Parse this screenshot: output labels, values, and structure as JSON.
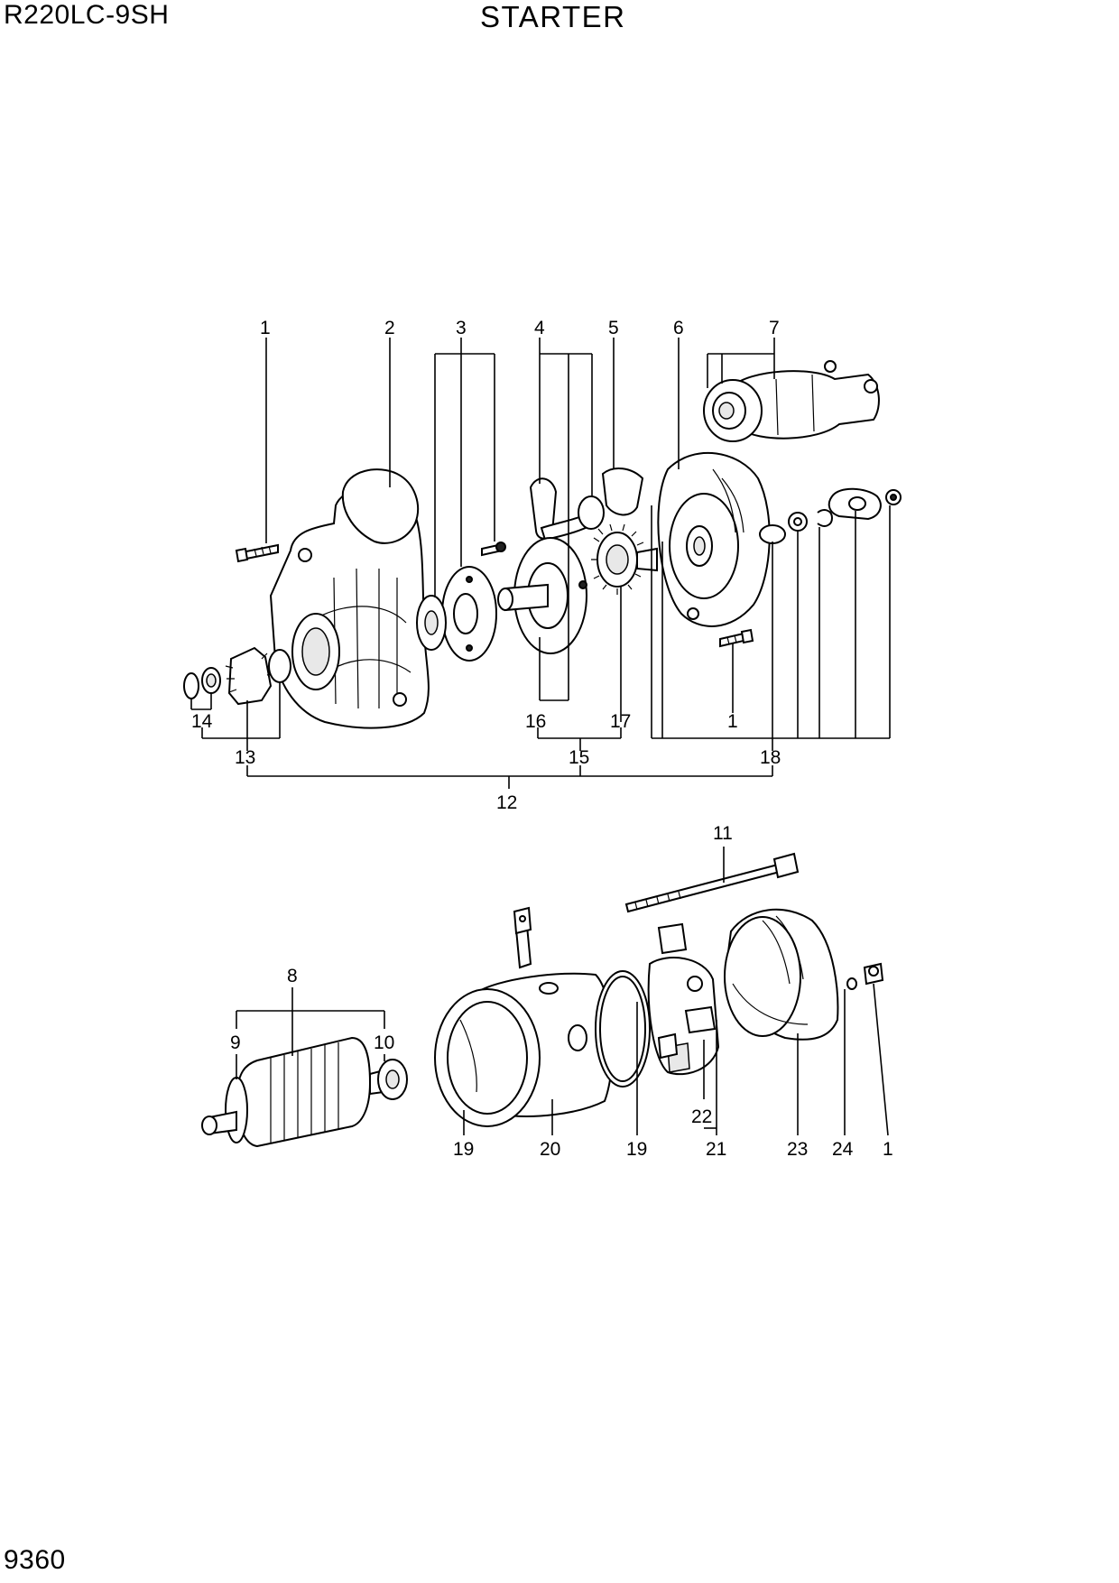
{
  "header": {
    "model": "R220LC-9SH",
    "title": "STARTER"
  },
  "footer": {
    "page_number": "9360"
  },
  "callouts": {
    "c1a": "1",
    "c2": "2",
    "c3": "3",
    "c4": "4",
    "c5": "5",
    "c6": "6",
    "c7": "7",
    "c14": "14",
    "c13": "13",
    "c16": "16",
    "c17": "17",
    "c1b": "1",
    "c15": "15",
    "c18": "18",
    "c12": "12",
    "c11": "11",
    "c8": "8",
    "c9": "9",
    "c10": "10",
    "c19a": "19",
    "c20": "20",
    "c19b": "19",
    "c22": "22",
    "c21": "21",
    "c23": "23",
    "c24": "24",
    "c1c": "1"
  }
}
